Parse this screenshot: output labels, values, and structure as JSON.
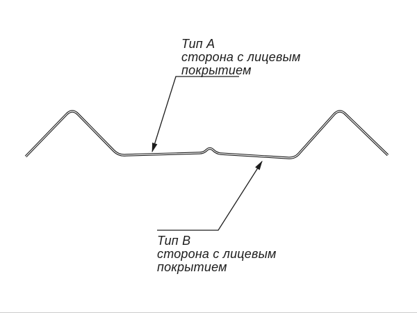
{
  "labels": {
    "type_a": {
      "title": "Тип А",
      "desc_line1": "сторона с лицевым",
      "desc_line2": "покрытием"
    },
    "type_b": {
      "title": "Тип В",
      "desc_line1": "сторона с лицевым",
      "desc_line2": "покрытием"
    }
  },
  "colors": {
    "line": "#1c1c1c",
    "background": "#ffffff"
  }
}
